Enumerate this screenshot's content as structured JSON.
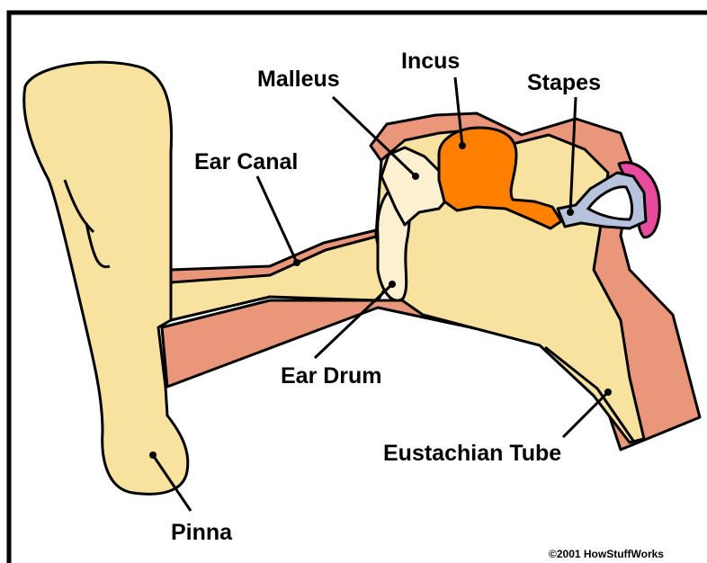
{
  "labels": {
    "malleus": "Malleus",
    "incus": "Incus",
    "stapes": "Stapes",
    "ear_canal": "Ear Canal",
    "ear_drum": "Ear Drum",
    "eustachian_tube": "Eustachian Tube",
    "pinna": "Pinna"
  },
  "credit": "©2001 HowStuffWorks",
  "colors": {
    "skin": "#f8e2a0",
    "tissue": "#e9967a",
    "incus": "#ff7f00",
    "malleus": "#fdf0d0",
    "stapes": "#b7c3dc",
    "oval_window": "#e84aa0",
    "outline": "#000000",
    "background": "#ffffff",
    "frame": "#000000"
  }
}
